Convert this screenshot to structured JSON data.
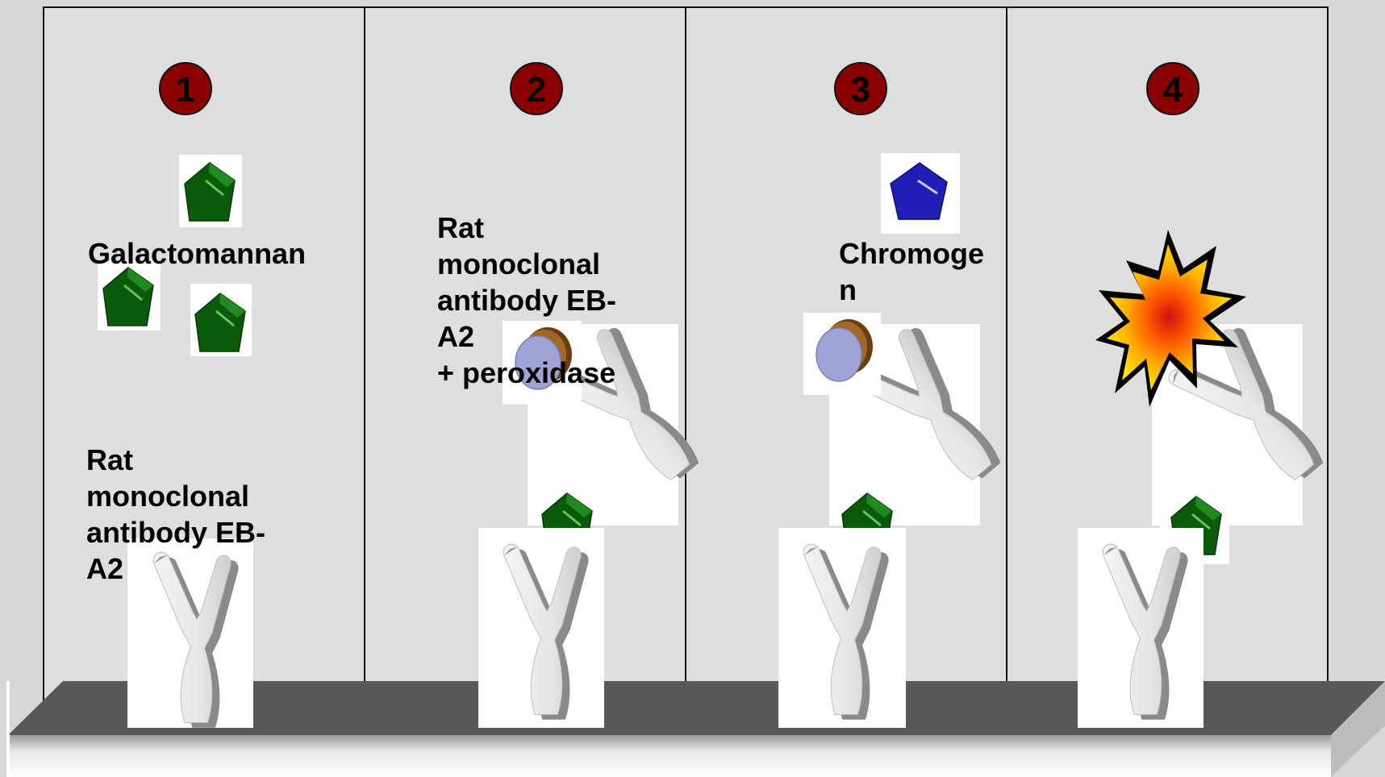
{
  "steps": [
    "1",
    "2",
    "3",
    "4"
  ],
  "labels": {
    "galactomannan": "Galactomannan",
    "capture_antibody": "Rat\nmonoclonal\nantibody EB-\nA2",
    "conjugate_antibody": "Rat\nmonoclonal\nantibody EB-\nA2\n+ peroxidase",
    "chromogen": "Chromoge\nn"
  },
  "colors": {
    "background": "#d7d7d7",
    "panel": "#dedede",
    "step_circle": "#8a0000",
    "antigen": "#0a5a0a",
    "chromogen": "#1f1fb8",
    "peroxidase": "#9fa3d6",
    "plate": "#555555"
  },
  "icons": {
    "antigen": "green-pentagon-icon",
    "chromogen": "blue-pentagon-icon",
    "peroxidase": "enzyme-disc-icon",
    "antibody": "y-antibody-icon",
    "reaction": "starburst-icon"
  }
}
